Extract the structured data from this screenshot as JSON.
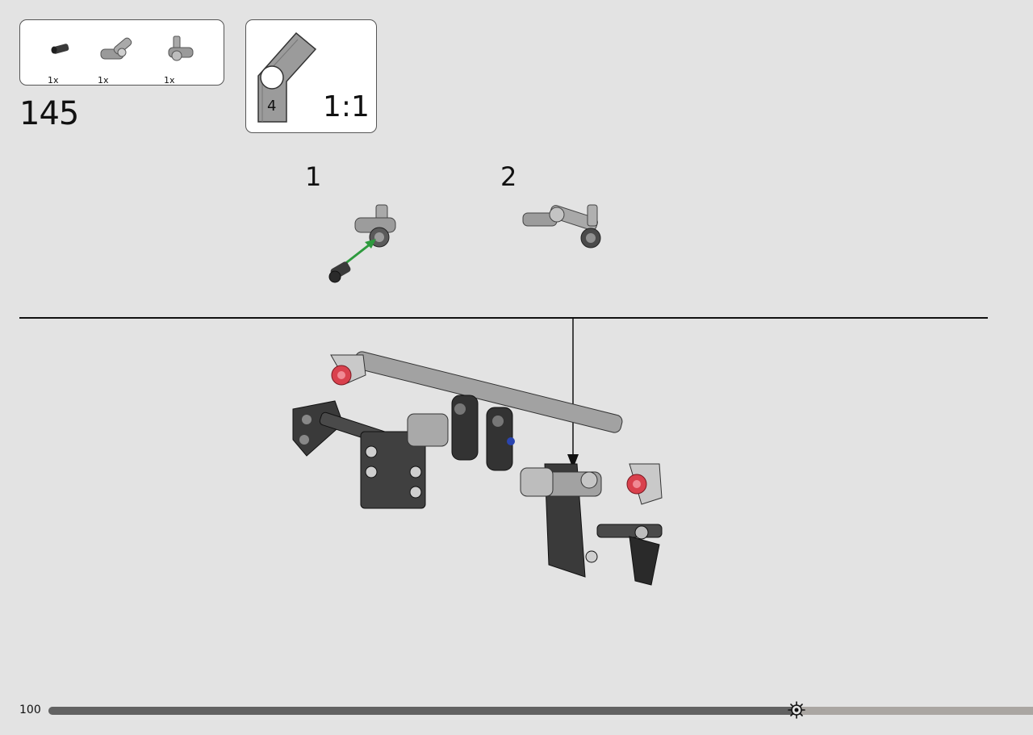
{
  "parts_list": {
    "items": [
      {
        "icon": "axle-pin-dark-icon",
        "quantity": "1x"
      },
      {
        "icon": "angle-connector-icon",
        "quantity": "1x"
      },
      {
        "icon": "axle-connector-icon",
        "quantity": "1x"
      }
    ]
  },
  "step": {
    "number": "145"
  },
  "scale_callout": {
    "part_icon": "angled-beam-icon",
    "part_number": "4",
    "ratio": "1:1"
  },
  "substeps": [
    {
      "number": "1",
      "illustration": "pin-into-connector-icon",
      "arrow_color": "#2e9a3e"
    },
    {
      "number": "2",
      "illustration": "assembled-connector-icon"
    }
  ],
  "assembly": {
    "illustration": "assembly-frame-icon",
    "highlight_color": "#d9414d"
  },
  "footer": {
    "page_number": "100",
    "progress": 0.76,
    "progress_marker_icon": "gear-icon"
  },
  "colors": {
    "background": "#e3e3e3",
    "panel": "#ffffff",
    "dark_part": "#3a3a3a",
    "light_part": "#a9a9a9"
  }
}
